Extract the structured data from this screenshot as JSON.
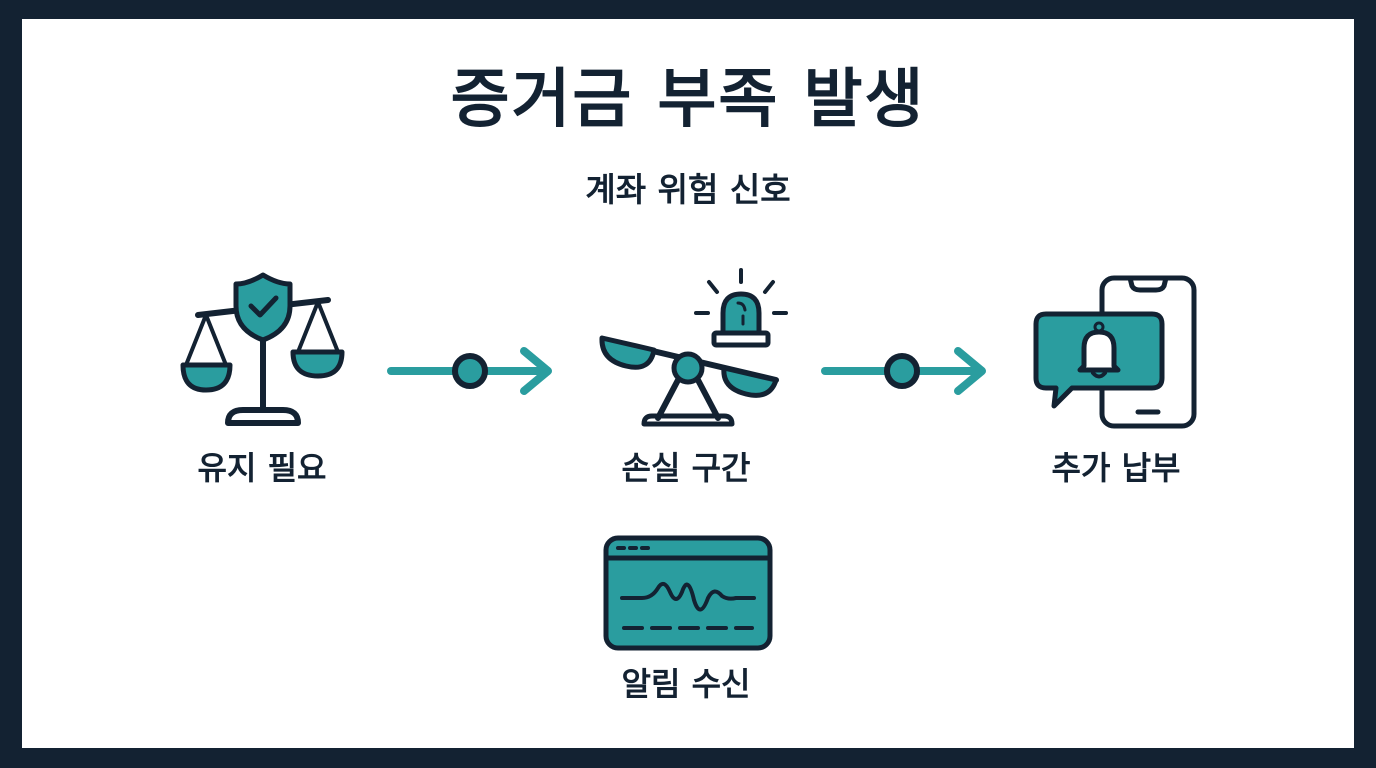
{
  "title": "증거금 부족 발생",
  "subtitle": "계좌 위험 신호",
  "steps": [
    {
      "label": "유지 필요",
      "icon": "balance-scale-shield-icon"
    },
    {
      "label": "손실 구간",
      "icon": "tilted-seesaw-alarm-icon"
    },
    {
      "label": "추가 납부",
      "icon": "phone-notification-bell-icon"
    },
    {
      "label": "알림 수신",
      "icon": "monitor-wave-window-icon"
    }
  ],
  "colors": {
    "frame": "#132232",
    "accent": "#2a9d9f",
    "ink": "#132232",
    "background": "#ffffff"
  }
}
